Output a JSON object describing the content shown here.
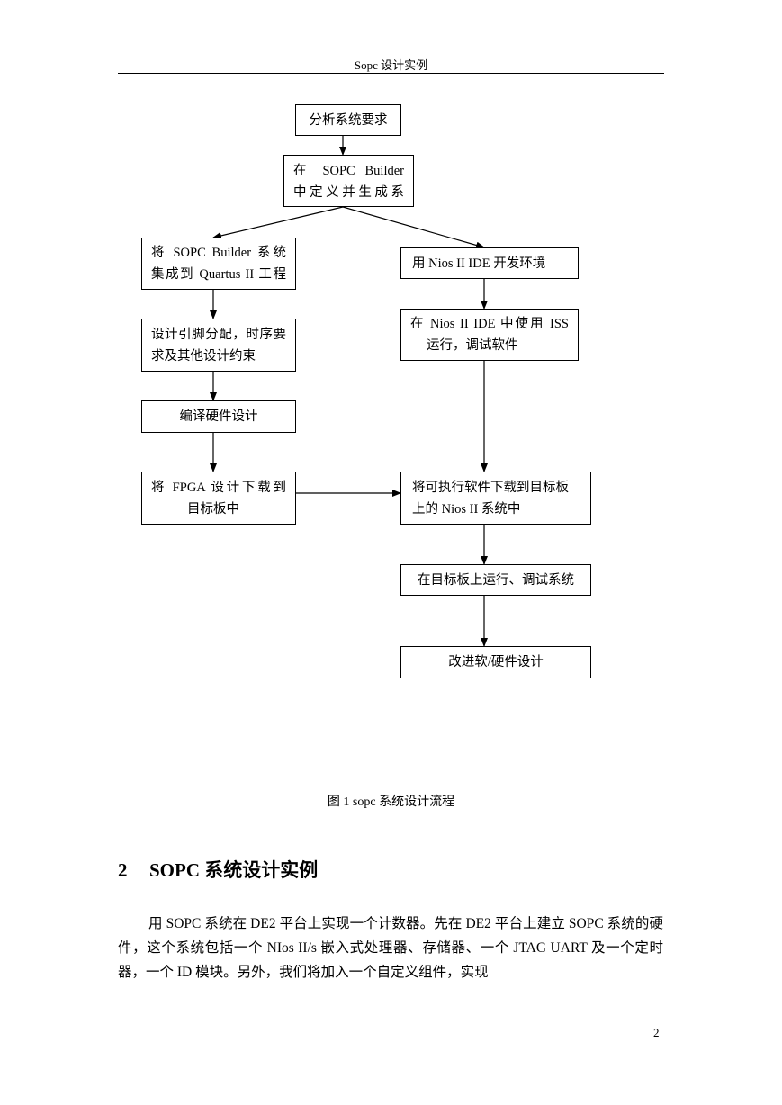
{
  "header": {
    "title": "Sopc 设计实例"
  },
  "flowchart": {
    "b1": "分析系统要求",
    "b2_line1": "在 SOPC Builder",
    "b2_line2": "中定义并生成系",
    "b3_line1": "将 SOPC Builder 系统",
    "b3_line2": "集成到 Quartus II 工程",
    "b4_line1": "设计引脚分配，时序要",
    "b4_line2": "求及其他设计约束",
    "b5": "编译硬件设计",
    "b6_line1": "将 FPGA 设计下载到",
    "b6_line2": "目标板中",
    "b7": "用 Nios II IDE 开发环境",
    "b8_line1": "在 Nios II IDE 中使用 ISS",
    "b8_line2": "运行，调试软件",
    "b9_line1": "将可执行软件下载到目标板",
    "b9_line2": "上的 Nios II  系统中",
    "b10": "在目标板上运行、调试系统",
    "b11": "改进软/硬件设计"
  },
  "caption": "图 1 sopc 系统设计流程",
  "section": {
    "number": "2",
    "title": "SOPC  系统设计实例"
  },
  "body_paragraph": "用 SOPC 系统在 DE2 平台上实现一个计数器。先在 DE2 平台上建立 SOPC 系统的硬件，这个系统包括一个 NIos II/s  嵌入式处理器、存储器、一个 JTAG UART 及一个定时器，一个 ID 模块。另外，我们将加入一个自定义组件，实现",
  "page_number": "2"
}
